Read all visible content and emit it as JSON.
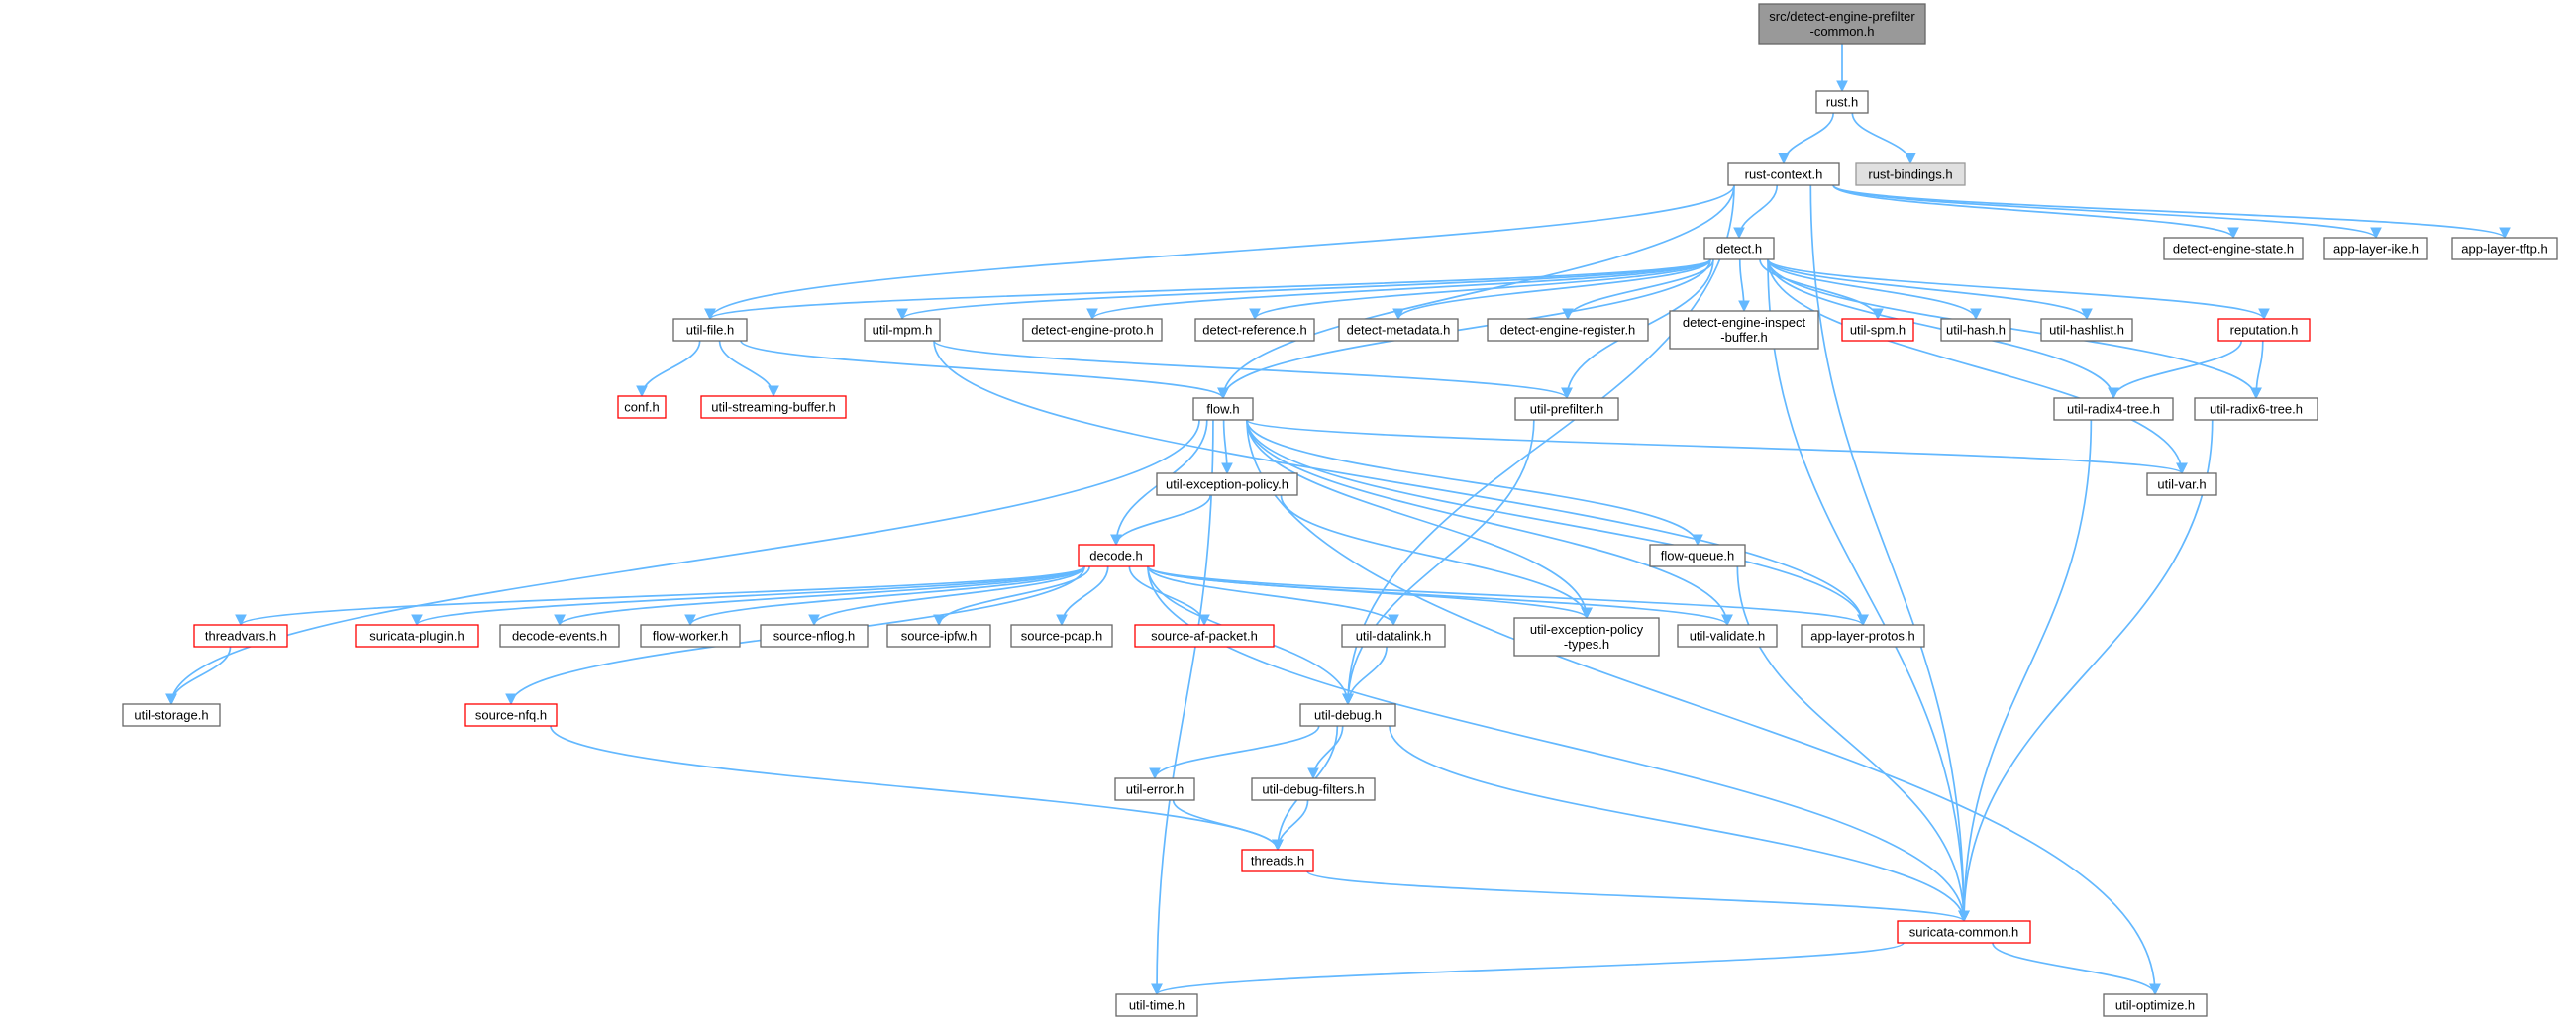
{
  "colors": {
    "edge": "#63b8ff",
    "box_fill": "#ffffff",
    "box_stroke": "#666666",
    "truncated_stroke": "#ff0000",
    "root_fill": "#999999",
    "external_fill": "#e0e0e0"
  },
  "nodes": [
    {
      "id": "root",
      "lines": [
        "src/detect-engine-prefilter",
        "-common.h"
      ],
      "style": "root"
    },
    {
      "id": "rust",
      "lines": [
        "rust.h"
      ],
      "style": "normal"
    },
    {
      "id": "rustbind",
      "lines": [
        "rust-bindings.h"
      ],
      "style": "external"
    },
    {
      "id": "rustctx",
      "lines": [
        "rust-context.h"
      ],
      "style": "normal"
    },
    {
      "id": "des",
      "lines": [
        "detect-engine-state.h"
      ],
      "style": "normal"
    },
    {
      "id": "ike",
      "lines": [
        "app-layer-ike.h"
      ],
      "style": "normal"
    },
    {
      "id": "tftp",
      "lines": [
        "app-layer-tftp.h"
      ],
      "style": "normal"
    },
    {
      "id": "detect",
      "lines": [
        "detect.h"
      ],
      "style": "normal"
    },
    {
      "id": "utilfile",
      "lines": [
        "util-file.h"
      ],
      "style": "normal"
    },
    {
      "id": "mpm",
      "lines": [
        "util-mpm.h"
      ],
      "style": "normal"
    },
    {
      "id": "deproto",
      "lines": [
        "detect-engine-proto.h"
      ],
      "style": "normal"
    },
    {
      "id": "dref",
      "lines": [
        "detect-reference.h"
      ],
      "style": "normal"
    },
    {
      "id": "dmeta",
      "lines": [
        "detect-metadata.h"
      ],
      "style": "normal"
    },
    {
      "id": "dereg",
      "lines": [
        "detect-engine-register.h"
      ],
      "style": "normal"
    },
    {
      "id": "deinsp",
      "lines": [
        "detect-engine-inspect",
        "-buffer.h"
      ],
      "style": "normal"
    },
    {
      "id": "spm",
      "lines": [
        "util-spm.h"
      ],
      "style": "truncated"
    },
    {
      "id": "hash",
      "lines": [
        "util-hash.h"
      ],
      "style": "normal"
    },
    {
      "id": "hashlist",
      "lines": [
        "util-hashlist.h"
      ],
      "style": "normal"
    },
    {
      "id": "reput",
      "lines": [
        "reputation.h"
      ],
      "style": "truncated"
    },
    {
      "id": "conf",
      "lines": [
        "conf.h"
      ],
      "style": "truncated"
    },
    {
      "id": "streambuf",
      "lines": [
        "util-streaming-buffer.h"
      ],
      "style": "truncated"
    },
    {
      "id": "flow",
      "lines": [
        "flow.h"
      ],
      "style": "normal"
    },
    {
      "id": "prefilter",
      "lines": [
        "util-prefilter.h"
      ],
      "style": "normal"
    },
    {
      "id": "radix4",
      "lines": [
        "util-radix4-tree.h"
      ],
      "style": "normal"
    },
    {
      "id": "radix6",
      "lines": [
        "util-radix6-tree.h"
      ],
      "style": "normal"
    },
    {
      "id": "excpol",
      "lines": [
        "util-exception-policy.h"
      ],
      "style": "normal"
    },
    {
      "id": "var",
      "lines": [
        "util-var.h"
      ],
      "style": "normal"
    },
    {
      "id": "flowq",
      "lines": [
        "flow-queue.h"
      ],
      "style": "normal"
    },
    {
      "id": "decode",
      "lines": [
        "decode.h"
      ],
      "style": "truncated"
    },
    {
      "id": "threadvars",
      "lines": [
        "threadvars.h"
      ],
      "style": "truncated"
    },
    {
      "id": "plugin",
      "lines": [
        "suricata-plugin.h"
      ],
      "style": "truncated"
    },
    {
      "id": "devents",
      "lines": [
        "decode-events.h"
      ],
      "style": "normal"
    },
    {
      "id": "fworker",
      "lines": [
        "flow-worker.h"
      ],
      "style": "normal"
    },
    {
      "id": "nflog",
      "lines": [
        "source-nflog.h"
      ],
      "style": "normal"
    },
    {
      "id": "ipfw",
      "lines": [
        "source-ipfw.h"
      ],
      "style": "normal"
    },
    {
      "id": "pcap",
      "lines": [
        "source-pcap.h"
      ],
      "style": "normal"
    },
    {
      "id": "afpacket",
      "lines": [
        "source-af-packet.h"
      ],
      "style": "truncated"
    },
    {
      "id": "datalink",
      "lines": [
        "util-datalink.h"
      ],
      "style": "normal"
    },
    {
      "id": "excpoltypes",
      "lines": [
        "util-exception-policy",
        "-types.h"
      ],
      "style": "normal"
    },
    {
      "id": "validate",
      "lines": [
        "util-validate.h"
      ],
      "style": "normal"
    },
    {
      "id": "alprotos",
      "lines": [
        "app-layer-protos.h"
      ],
      "style": "normal"
    },
    {
      "id": "storage",
      "lines": [
        "util-storage.h"
      ],
      "style": "normal"
    },
    {
      "id": "nfq",
      "lines": [
        "source-nfq.h"
      ],
      "style": "truncated"
    },
    {
      "id": "debug",
      "lines": [
        "util-debug.h"
      ],
      "style": "normal"
    },
    {
      "id": "error",
      "lines": [
        "util-error.h"
      ],
      "style": "normal"
    },
    {
      "id": "dbgfilters",
      "lines": [
        "util-debug-filters.h"
      ],
      "style": "normal"
    },
    {
      "id": "threads",
      "lines": [
        "threads.h"
      ],
      "style": "truncated"
    },
    {
      "id": "common",
      "lines": [
        "suricata-common.h"
      ],
      "style": "truncated"
    },
    {
      "id": "time",
      "lines": [
        "util-time.h"
      ],
      "style": "normal"
    },
    {
      "id": "optimize",
      "lines": [
        "util-optimize.h"
      ],
      "style": "normal"
    }
  ]
}
